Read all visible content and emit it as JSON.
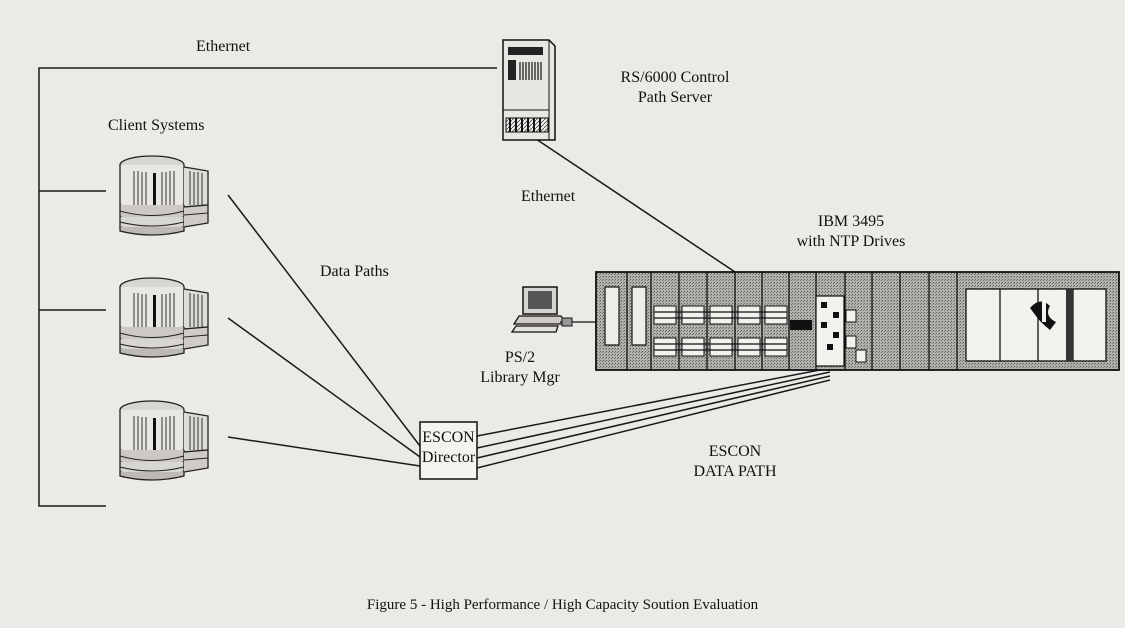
{
  "labels": {
    "ethernet_top": "Ethernet",
    "control_server": "RS/6000 Control\nPath Server",
    "client_systems": "Client Systems",
    "ethernet_mid": "Ethernet",
    "ibm_3495": "IBM 3495\nwith NTP Drives",
    "data_paths": "Data Paths",
    "ps2_library_mgr": "PS/2\nLibrary Mgr",
    "escon_director": "ESCON\nDirector",
    "escon_data_path": "ESCON\nDATA PATH"
  },
  "caption": "Figure 5 - High Performance / High Capacity Soution Evaluation",
  "colors": {
    "background": "#eceae6",
    "line": "#1a1a1a",
    "library_fill": "#9a9895"
  }
}
